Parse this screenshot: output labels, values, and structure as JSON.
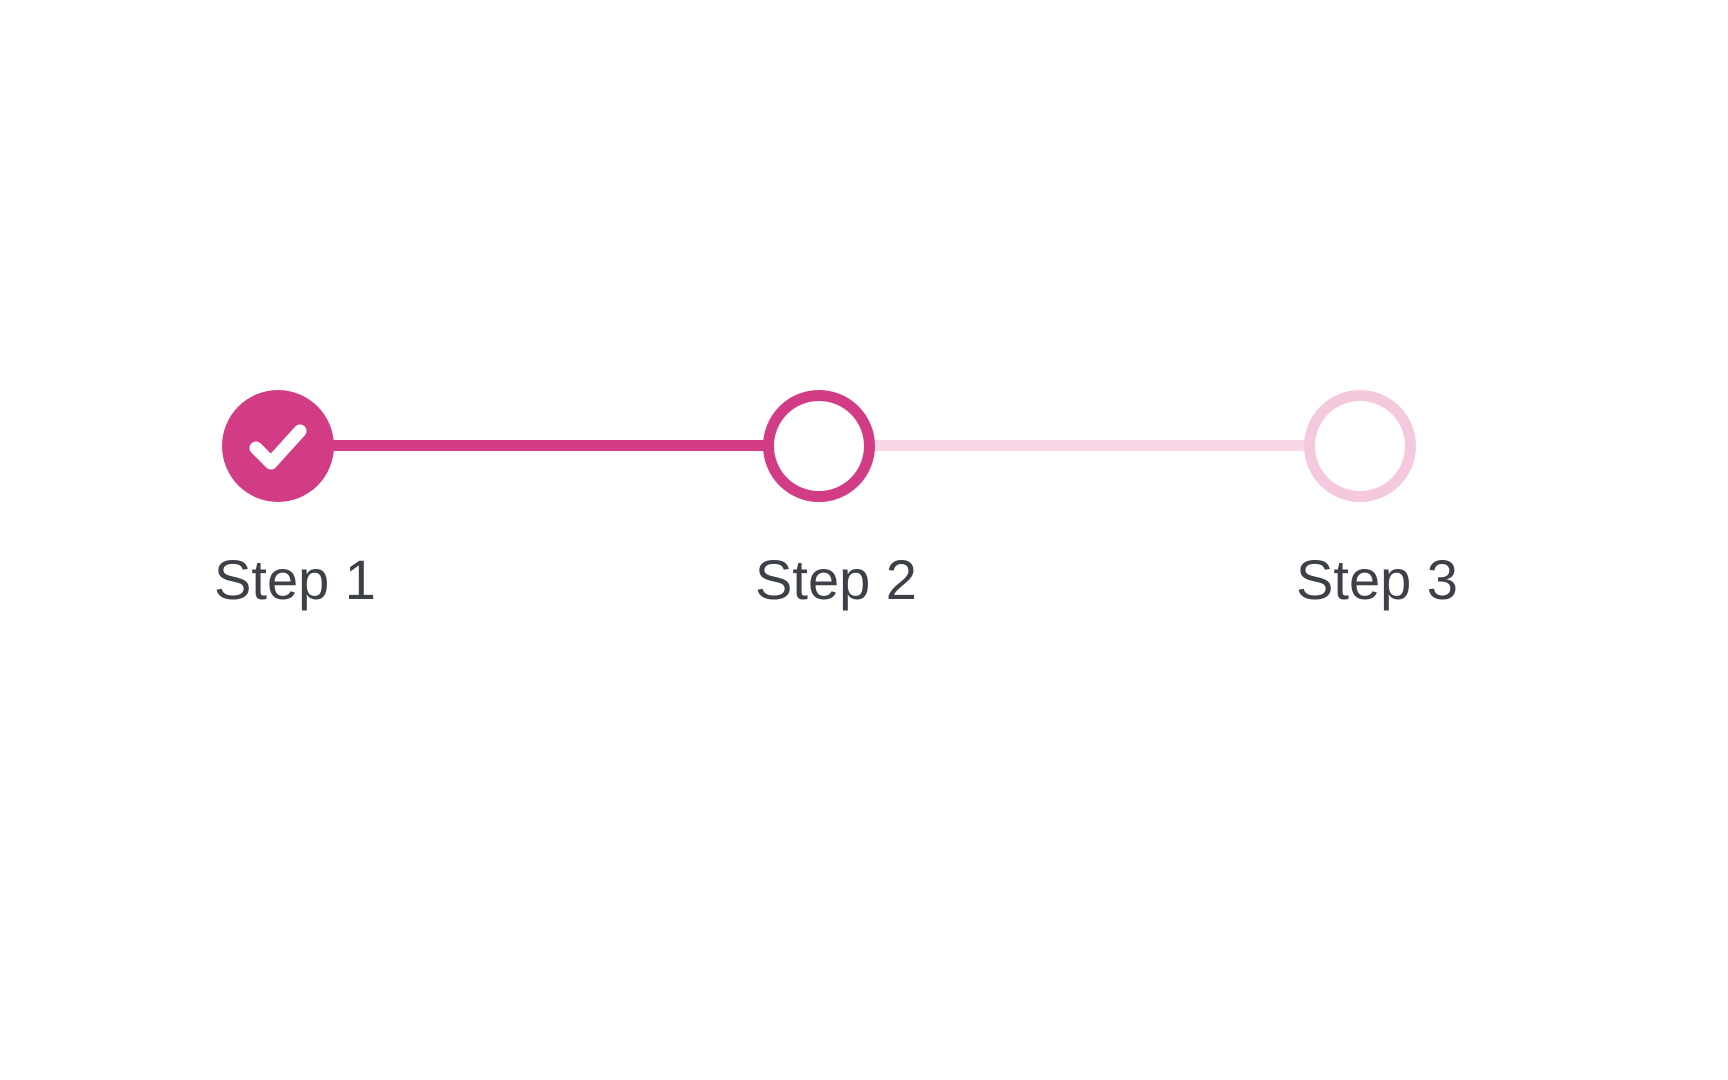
{
  "stepper": {
    "name": "progress-stepper",
    "steps": [
      {
        "label": "Step 1",
        "state": "completed",
        "icon": "checkmark-icon"
      },
      {
        "label": "Step 2",
        "state": "current",
        "icon": null
      },
      {
        "label": "Step 3",
        "state": "upcoming",
        "icon": null
      }
    ],
    "connectors": [
      {
        "from": "Step 1",
        "to": "Step 2",
        "state": "completed"
      },
      {
        "from": "Step 2",
        "to": "Step 3",
        "state": "upcoming"
      }
    ]
  },
  "colors": {
    "accent_pink": "#d23c84",
    "ring_light_pink": "#f5c9dd",
    "connector_light_pink": "#f8d6e5",
    "label_text": "#3d4046",
    "check_mark": "#ffffff",
    "background": "#ffffff"
  }
}
